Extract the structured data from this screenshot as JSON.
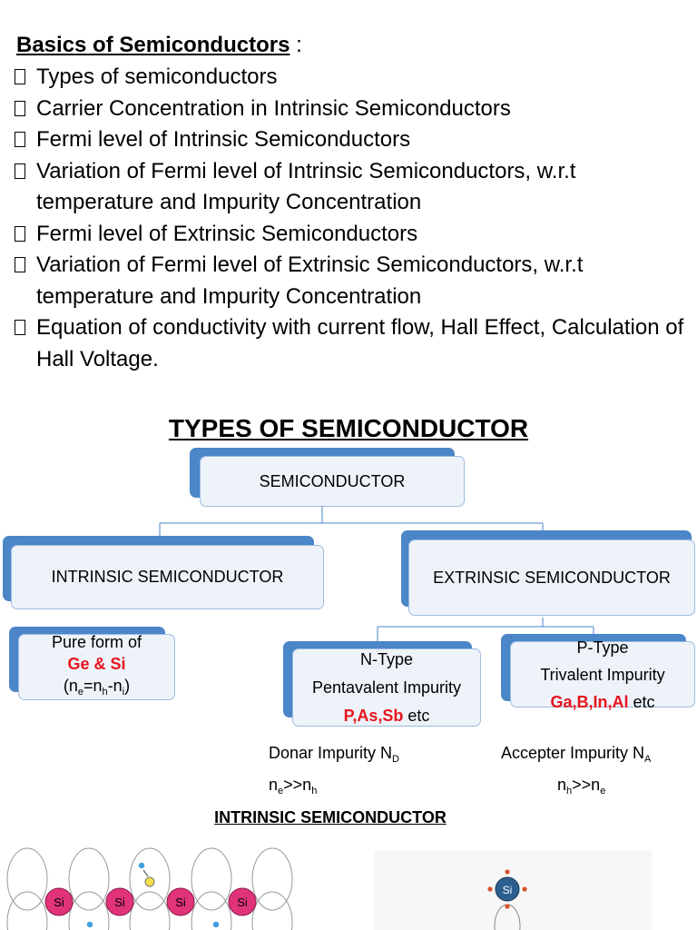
{
  "intro": {
    "heading": "Basics of Semiconductors",
    "colon": " :",
    "items": [
      "Types of semiconductors",
      "Carrier Concentration in Intrinsic Semiconductors",
      "Fermi level of Intrinsic Semiconductors",
      "Variation of Fermi level of Intrinsic Semiconductors, w.r.t temperature and Impurity Concentration",
      "Fermi level of Extrinsic Semiconductors",
      "Variation of Fermi level of Extrinsic Semiconductors, w.r.t temperature and Impurity Concentration",
      "Equation of conductivity with current flow, Hall Effect, Calculation of Hall Voltage."
    ]
  },
  "types": {
    "title": "TYPES OF SEMICONDUCTOR",
    "root": "SEMICONDUCTOR",
    "intrinsic": "INTRINSIC SEMICONDUCTOR",
    "extrinsic": "EXTRINSIC SEMICONDUCTOR",
    "pure": {
      "line1": "Pure form of",
      "line2": "Ge & Si",
      "eq_open": "(n",
      "eq_e": "e",
      "eq_mid1": "=n",
      "eq_h": "h",
      "eq_mid2": "-n",
      "eq_i": "i",
      "eq_close": ")"
    },
    "ntype": {
      "line1": "N-Type",
      "line2": "Pentavalent Impurity",
      "elements": "P,As,Sb",
      "etc": " etc"
    },
    "ptype": {
      "line1": "P-Type",
      "line2": "Trivalent Impurity",
      "elements": "Ga,B,In,Al",
      "etc": " etc"
    },
    "donor": {
      "label": "Donar Impurity N",
      "sub": "D",
      "rel_n": "n",
      "rel_e": "e",
      "rel_mid": ">>n",
      "rel_h": "h"
    },
    "acceptor": {
      "label": "Accepter Impurity N",
      "sub": "A",
      "rel_n": "n",
      "rel_h": "h",
      "rel_mid": ">>n",
      "rel_e": "e"
    }
  },
  "intrinsic_section": {
    "title": "INTRINSIC SEMICONDUCTOR",
    "atom_label": "Si",
    "atom_count": 4
  },
  "colors": {
    "node_back": "#4a86c8",
    "node_face": "#eef3fa",
    "red_text": "#e8141b",
    "atom": "#e0337a",
    "si_center": "#2c5f8f"
  }
}
